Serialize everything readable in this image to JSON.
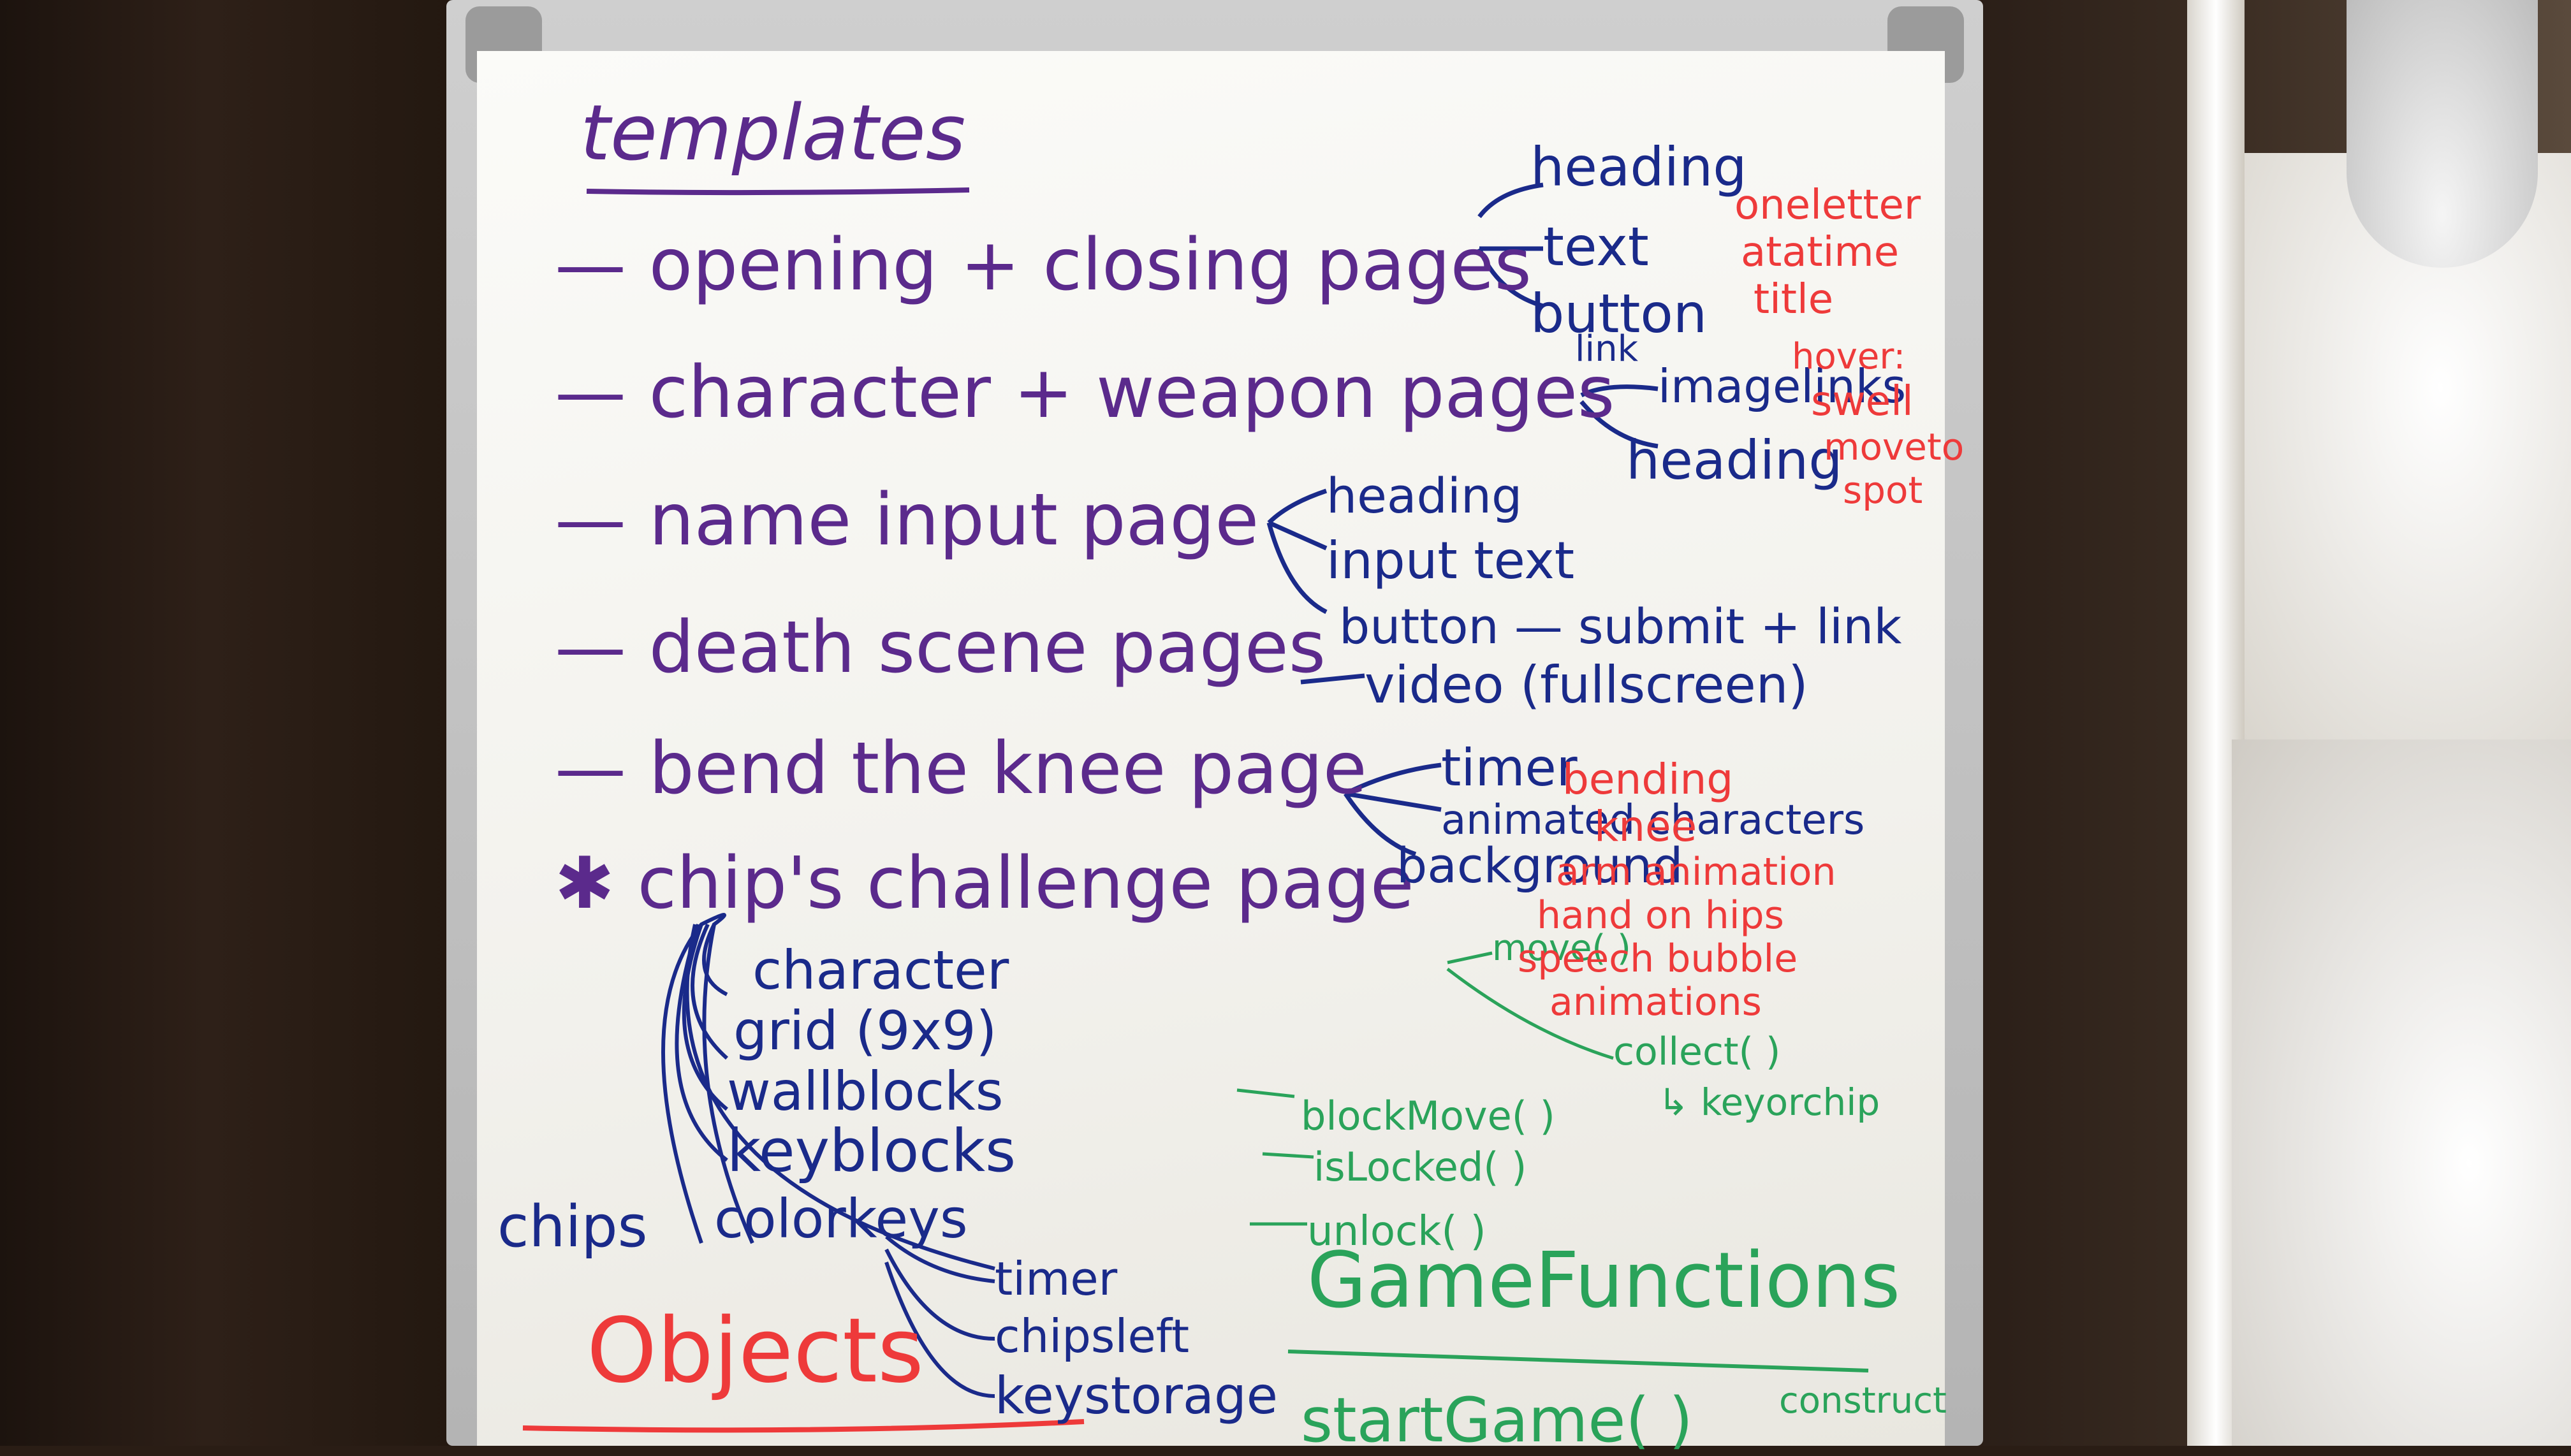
{
  "whiteboard": {
    "title": "templates",
    "templates": [
      {
        "label": "— opening + closing pages",
        "children": [
          "heading",
          "text",
          "button"
        ]
      },
      {
        "label": "— character + weapon pages",
        "children": [
          "link",
          "imagelinks",
          "heading"
        ]
      },
      {
        "label": "— name input page",
        "children": [
          "heading",
          "input text",
          "button — submit + link"
        ]
      },
      {
        "label": "— death scene pages",
        "children": [
          "video (fullscreen)"
        ]
      },
      {
        "label": "— bend the knee page",
        "children": [
          "timer",
          "animated characters",
          "background"
        ]
      },
      {
        "label": "✱ chip's challenge page"
      }
    ],
    "red_notes_top": [
      "oneletter",
      "atatime",
      "title",
      "hover:",
      "swell",
      "moveto",
      "spot"
    ],
    "red_notes_mid": [
      "bending",
      "knee",
      "arm animation",
      "hand on hips",
      "speech bubble",
      "animations"
    ],
    "chips_label": "chips",
    "chip_objects": [
      {
        "label": "character",
        "func": "move( )"
      },
      {
        "label": "grid (9x9)",
        "func": "collect( )"
      },
      {
        "label": "wallblocks",
        "func": "blockMove( )"
      },
      {
        "label": "keyblocks",
        "func": "isLocked( )"
      },
      {
        "label": "colorkeys",
        "func": "unlock( )"
      }
    ],
    "collect_note": "↳ keyorchip",
    "timer_items": [
      "timer",
      "chipsleft",
      "keystorage"
    ],
    "objects_heading": "Objects",
    "game_functions_heading": "GameFunctions",
    "start_game": "startGame( )",
    "construct_note": "construct",
    "colors": {
      "purple_marker": "#5b2a8c",
      "blue_marker": "#1a2a8a",
      "green_marker": "#2aa35a",
      "red_marker": "#ee3a3a"
    }
  }
}
